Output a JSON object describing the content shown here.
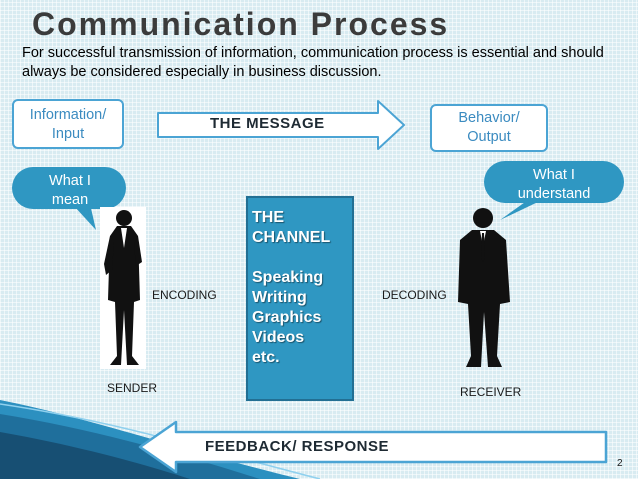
{
  "slide": {
    "title": "Communication Process",
    "intro": "For successful transmission of information, communication process is essential and should always be considered especially in business discussion.",
    "page_number": "2"
  },
  "boxes": {
    "input_line1": "Information/",
    "input_line2": "Input",
    "output_line1": "Behavior/",
    "output_line2": "Output"
  },
  "bubbles": {
    "sender_line1": "What I",
    "sender_line2": "mean",
    "receiver_line1": "What I",
    "receiver_line2": "understand"
  },
  "arrows": {
    "message": "THE MESSAGE",
    "feedback": "FEEDBACK/ RESPONSE"
  },
  "channel": {
    "title_line1": "THE",
    "title_line2": "CHANNEL",
    "items": [
      "Speaking",
      "Writing",
      "Graphics",
      "Videos",
      "etc."
    ]
  },
  "labels": {
    "encoding": "ENCODING",
    "decoding": "DECODING",
    "sender": "SENDER",
    "receiver": "RECEIVER"
  },
  "colors": {
    "background": "#d8ebf1",
    "accent": "#2f97c2",
    "box_border": "#4ba4d4",
    "box_text": "#3b8bc0",
    "arrow_fill": "#ffffff",
    "arrow_stroke": "#4ba4d4",
    "silhouette": "#111111"
  }
}
